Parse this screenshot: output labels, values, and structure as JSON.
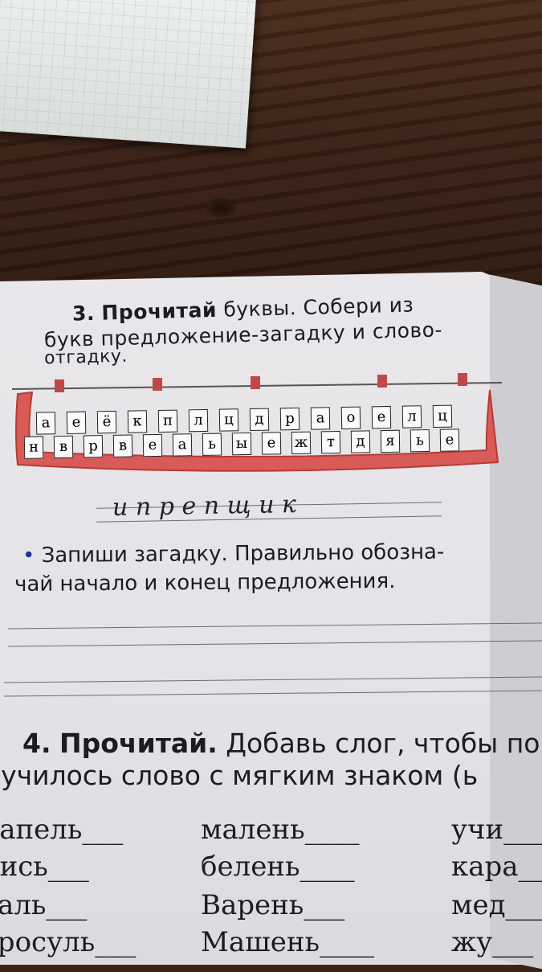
{
  "exercise3": {
    "number": "3.",
    "verb": "Прочитай",
    "line1_rest": "буквы.   Собери   из",
    "line2": "букв   предложение-загадку   и   слово-",
    "line3": "отгадку."
  },
  "letters_top": [
    "а",
    "е",
    "ё",
    "к",
    "п",
    "л",
    "ц",
    "д",
    "р",
    "а",
    "о",
    "е",
    "л",
    "ц"
  ],
  "letters_bottom": [
    "н",
    "в",
    "р",
    "в",
    "е",
    "а",
    "ь",
    "ы",
    "е",
    "ж",
    "т",
    "д",
    "я",
    "ь",
    "е"
  ],
  "handwriting": "и  п  р  е  п  щ  и  к",
  "task_bullet": {
    "bullet": "•",
    "line1": "Запиши   загадку.  Правильно  обозна-",
    "line2": "чай   начало   и   конец   предложения."
  },
  "exercise4": {
    "number": "4.",
    "verb": "Прочитай.",
    "line1_rest": "Добавь  слог,  чтобы  по",
    "line2": "лучилось  слово  с  мягким  знаком  (ь"
  },
  "words": {
    "col1": [
      "капель___",
      "лись___",
      "саль___",
      "тросуль___"
    ],
    "col2": [
      "малень____",
      "белень____",
      "Варень___",
      "Машень____"
    ],
    "col3": [
      "учи___",
      "кара___",
      "мед___",
      "жу___"
    ]
  },
  "colors": {
    "page": "#e6e4e8",
    "fence": "#d9534f",
    "wood": "#3b2216"
  }
}
